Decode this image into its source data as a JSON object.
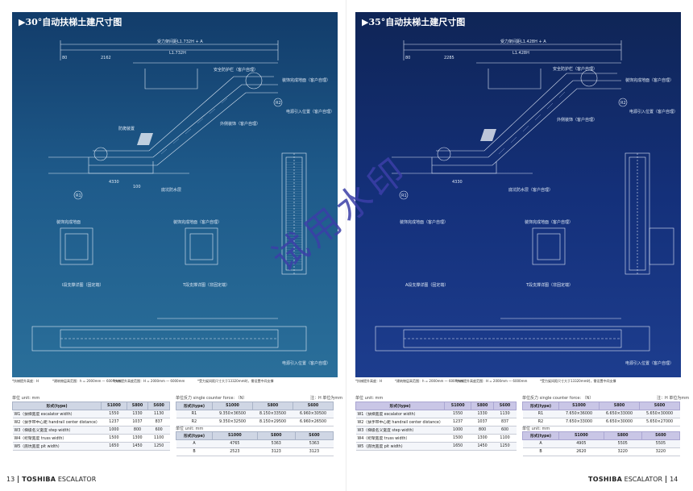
{
  "watermark": "试用水印",
  "left": {
    "title": "▶30°自动扶梯土建尺寸图",
    "dims": {
      "top_span": "受力架间距L1.732H + A",
      "mid_span": "L1.732H",
      "d_2162": "2162",
      "d_80": "80",
      "d_4330": "4330",
      "d_100": "100",
      "r1": "R1",
      "r2": "R2"
    },
    "labels": {
      "guard": "安全防护栏（客户自理）",
      "finish_floor": "装饰完成地面（客户自理）",
      "support": "电源引入位置（客户自理）",
      "outer_cladding": "外侧装饰（客户自理）",
      "anti_climb": "防爬装置",
      "pit_layer": "底坑防水层",
      "deco_floor_a": "装饰完成地面",
      "deco_floor_b": "装饰完成地面（客户自理）",
      "detail_a": "I段支撑详图（固定端）",
      "detail_b": "T段支撑详图（非固定端）",
      "power": "电源引入位置（客户自理）"
    },
    "notes": [
      "*扶梯提升高度：H",
      "*建筑物层高范围：h = 2000mm — 6000mm",
      "*扶梯提升高度范围：H = 2000mm — 6000mm",
      "*受力架间距尺寸大于13320mm时，需设置中间支撑"
    ],
    "table_left": {
      "unit": "单位 unit: mm",
      "headers": [
        "形式(type)",
        "S1000",
        "S800",
        "S600"
      ],
      "rows": [
        [
          "W1（扶梯宽度 escalator width）",
          "1550",
          "1330",
          "1130"
        ],
        [
          "W2（扶手带中心距 handrail center distance）",
          "1237",
          "1037",
          "837"
        ],
        [
          "W3（梯级名义宽度 step width）",
          "1000",
          "800",
          "600"
        ],
        [
          "W4（桁架宽度 truss width）",
          "1500",
          "1300",
          "1100"
        ],
        [
          "W5（底坑宽度 pit width）",
          "1650",
          "1450",
          "1250"
        ]
      ]
    },
    "table_force": {
      "unit": "单位反力 single counter force: （N）",
      "unit_right": "注：H 单位为mm",
      "headers": [
        "形式(type)",
        "S1000",
        "S800",
        "S600"
      ],
      "rows": [
        [
          "R1",
          "9.350×36500",
          "8.150×33500",
          "6.960×30500"
        ],
        [
          "R2",
          "9.350×32500",
          "8.150×29500",
          "6.960×26500"
        ]
      ]
    },
    "table_a": {
      "unit": "单位 unit: mm",
      "headers": [
        "形式(type)",
        "S1000",
        "S800",
        "S600"
      ],
      "rows": [
        [
          "A",
          "4765",
          "5363",
          "5363"
        ],
        [
          "B",
          "2523",
          "3123",
          "3123"
        ]
      ]
    },
    "footer": {
      "page": "13",
      "brand": "TOSHIBA",
      "product": "ESCALATOR"
    }
  },
  "right": {
    "title": "▶35°自动扶梯土建尺寸图",
    "dims": {
      "top_span": "受力架间距L1.428H + A",
      "mid_span": "L1.428H",
      "d_2285": "2285",
      "d_80": "80",
      "d_4330": "4330",
      "r1": "R1",
      "r2": "R2"
    },
    "labels": {
      "guard": "安全防护栏（客户自理）",
      "finish_floor": "装饰完成地面（客户自理）",
      "support": "电源引入位置（客户自理）",
      "outer_cladding": "外侧装饰（客户自理）",
      "pit_layer": "底坑防水层（客户自理）",
      "deco_floor_a": "装饰完成地面（客户自理）",
      "deco_floor_b": "装饰完成地面（客户自理）",
      "detail_a": "A段支撑详图（固定端）",
      "detail_b": "T段支撑详图（非固定端）",
      "power": "电源引入位置（客户自理）"
    },
    "notes": [
      "*扶梯提升高度：H",
      "*建筑物层高范围：h = 2000mm — 6000mm",
      "*扶梯提升高度范围：H = 2000mm — 6000mm",
      "*受力架间距尺寸大于13320mm时，需设置中间支撑"
    ],
    "table_left": {
      "unit": "单位 unit: mm",
      "headers": [
        "形式(type)",
        "S1000",
        "S800",
        "S600"
      ],
      "rows": [
        [
          "W1（扶梯宽度 escalator width）",
          "1550",
          "1330",
          "1130"
        ],
        [
          "W2（扶手带中心距 handrail center distance）",
          "1237",
          "1037",
          "837"
        ],
        [
          "W3（梯级名义宽度 step width）",
          "1000",
          "800",
          "600"
        ],
        [
          "W4（桁架宽度 truss width）",
          "1500",
          "1300",
          "1100"
        ],
        [
          "W5（底坑宽度 pit width）",
          "1650",
          "1450",
          "1250"
        ]
      ]
    },
    "table_force": {
      "unit": "单位反力 single counter force: （N）",
      "unit_right": "注：H 单位为mm",
      "headers": [
        "形式(type)",
        "S1000",
        "S800",
        "S600"
      ],
      "rows": [
        [
          "R1",
          "7.650×36000",
          "6.650×33000",
          "5.650×30000"
        ],
        [
          "R2",
          "7.650×33000",
          "6.650×30000",
          "5.650×27000"
        ]
      ]
    },
    "table_a": {
      "unit": "单位 unit: mm",
      "headers": [
        "形式(type)",
        "S1000",
        "S800",
        "S600"
      ],
      "rows": [
        [
          "A",
          "4905",
          "5505",
          "5505"
        ],
        [
          "B",
          "2620",
          "3220",
          "3220"
        ]
      ]
    },
    "footer": {
      "page": "14",
      "brand": "TOSHIBA",
      "product": "ESCALATOR"
    }
  }
}
